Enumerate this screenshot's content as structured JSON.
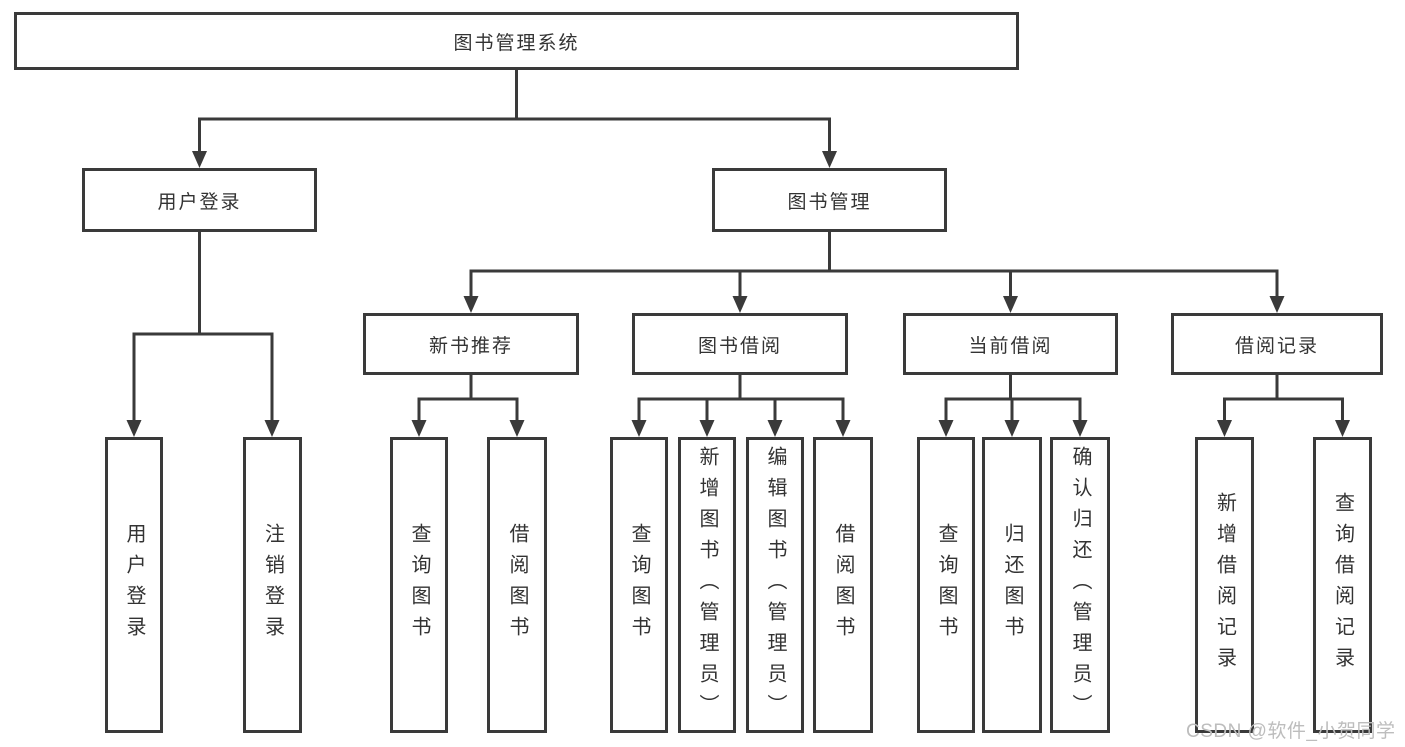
{
  "diagram": {
    "root": {
      "label": "图书管理系统"
    },
    "level2": [
      {
        "label": "用户登录"
      },
      {
        "label": "图书管理"
      }
    ],
    "level3": [
      {
        "label": "新书推荐"
      },
      {
        "label": "图书借阅"
      },
      {
        "label": "当前借阅"
      },
      {
        "label": "借阅记录"
      }
    ],
    "leaves": {
      "user_login": [
        "用户登录",
        "注销登录"
      ],
      "new_book": [
        "查询图书",
        "借阅图书"
      ],
      "book_borrow": [
        "查询图书",
        "新增图书（管理员）",
        "编辑图书（管理员）",
        "借阅图书"
      ],
      "current_borrow": [
        "查询图书",
        "归还图书",
        "确认归还（管理员）"
      ],
      "borrow_record": [
        "新增借阅记录",
        "查询借阅记录"
      ]
    },
    "colors": {
      "line": "#3a3a3a",
      "text": "#333333",
      "watermark": "#bdbdbd",
      "background": "#ffffff"
    }
  },
  "watermark": {
    "text": "CSDN @软件_小贺同学"
  }
}
